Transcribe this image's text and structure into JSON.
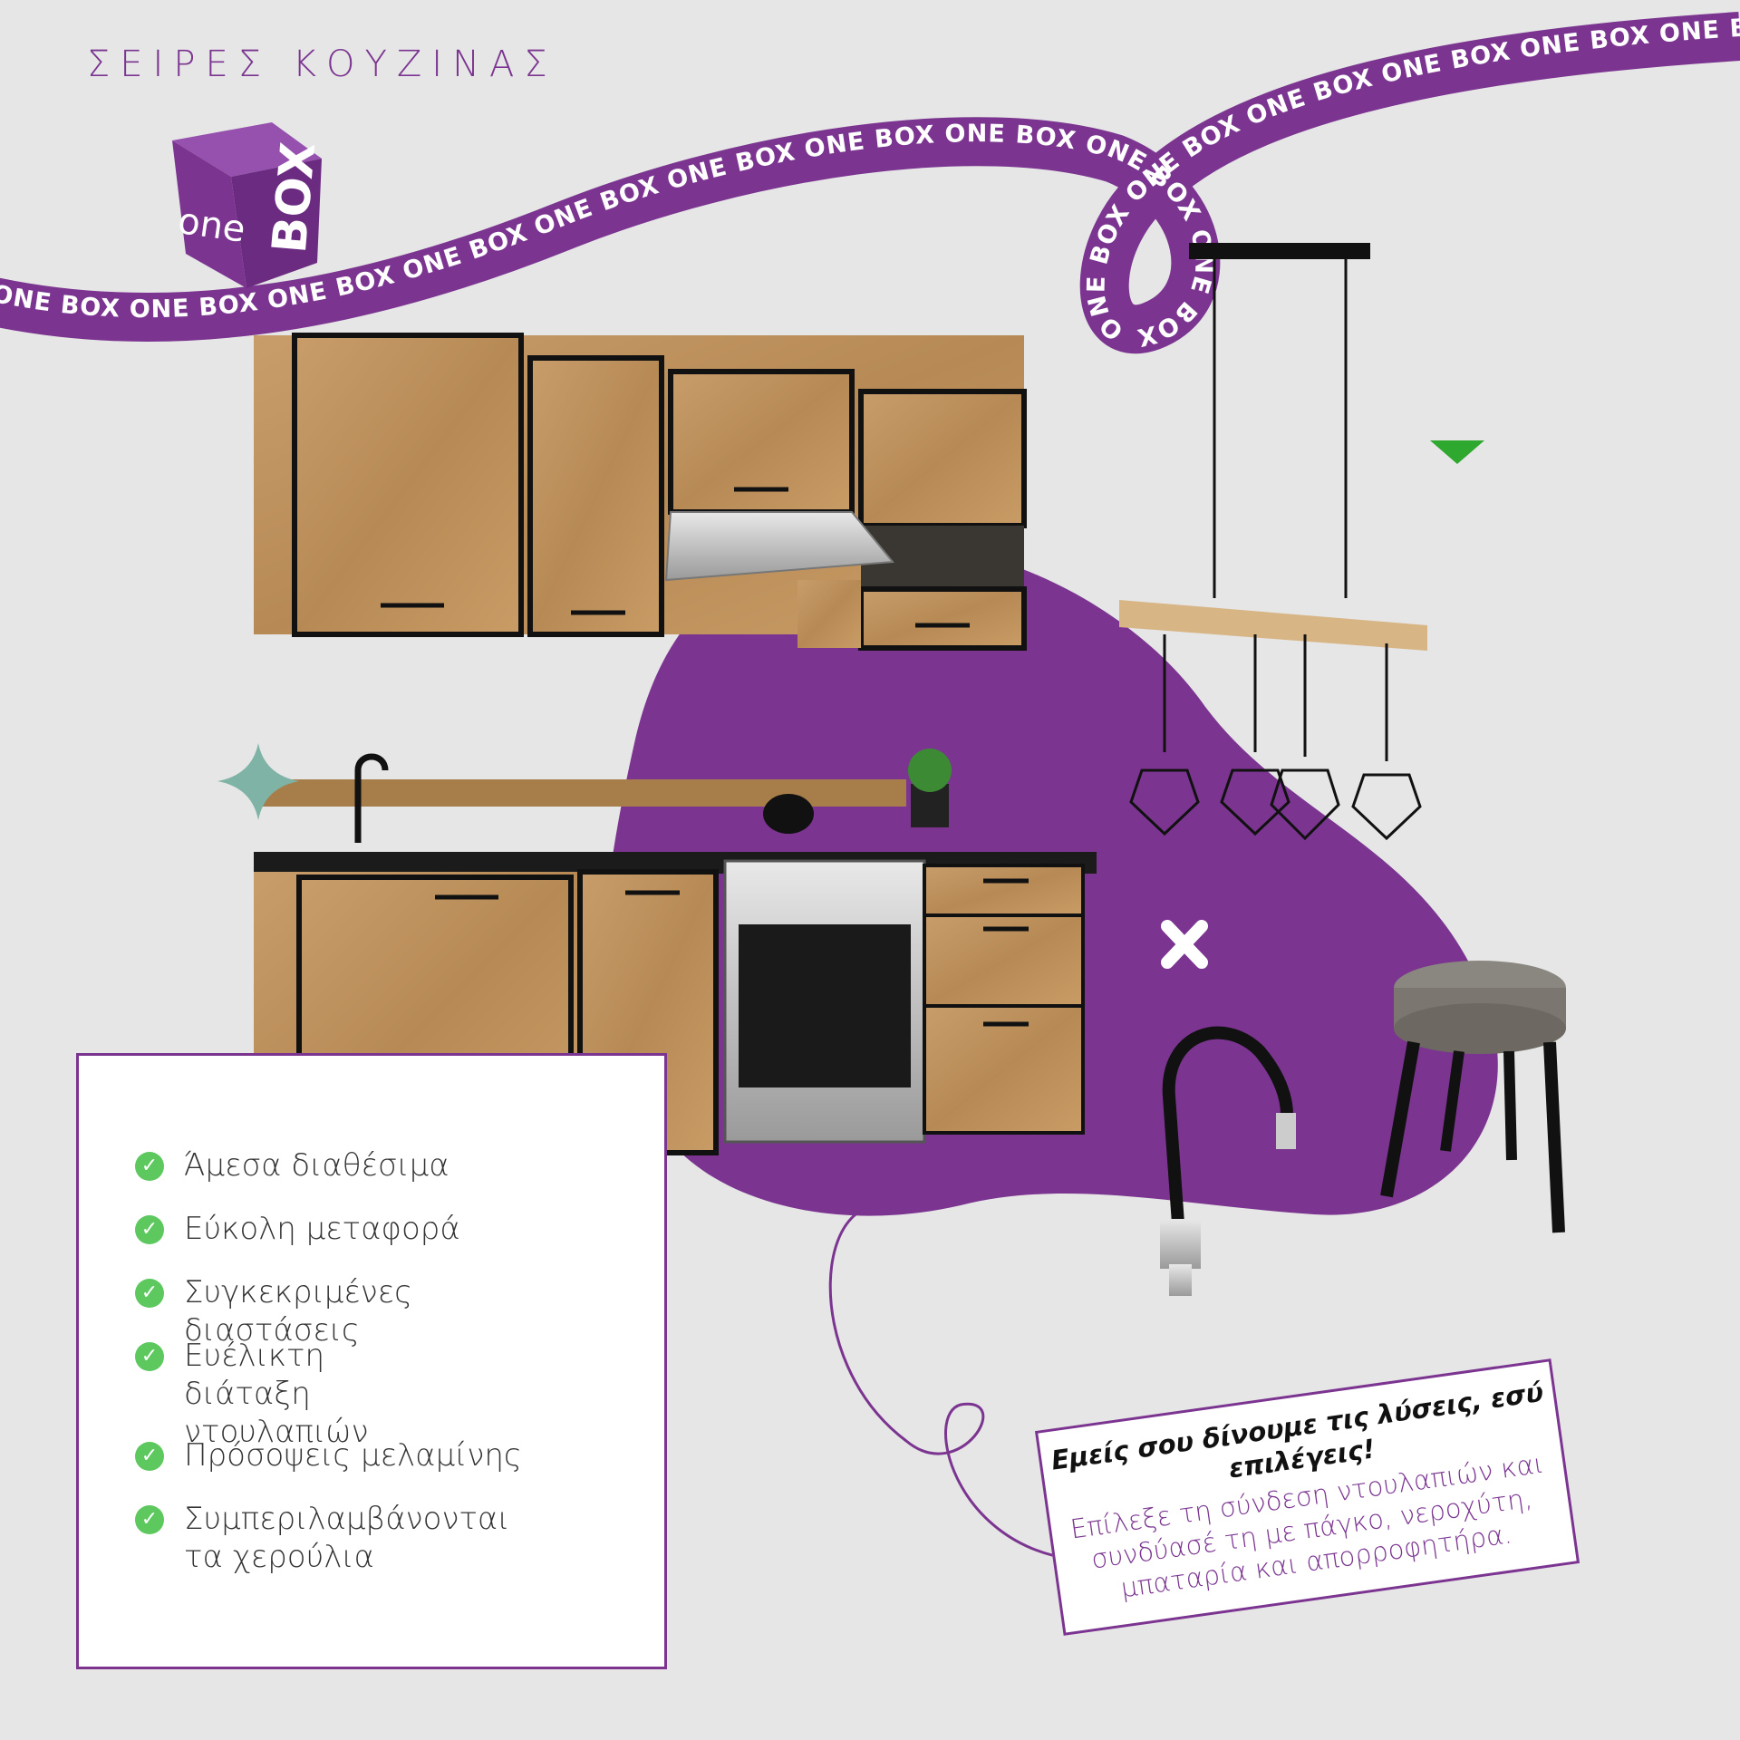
{
  "header": {
    "title": "ΣΕΙΡΕΣ ΚΟΥΖΙΝΑΣ"
  },
  "brand": {
    "logo_text_one": "one",
    "logo_text_box": "BOX",
    "ribbon_text": "ONE BOX",
    "purple": "#7b3591",
    "background": "#e6e6e6"
  },
  "features": {
    "items": [
      {
        "label": "Άμεσα διαθέσιμα"
      },
      {
        "label": "Εύκολη μεταφορά"
      },
      {
        "label": "Συγκεκριμένες διαστάσεις"
      },
      {
        "label": "Ευέλικτη διάταξη ντουλαπιών"
      },
      {
        "label": "Πρόσοψεις μελαμίνης"
      },
      {
        "label": "Συμπεριλαμβάνονται τα χερούλια"
      }
    ],
    "check_color": "#5cc85e"
  },
  "promo": {
    "heading": "Εμείς σου δίνουμε τις λύσεις, εσύ επιλέγεις!",
    "body": "Επίλεξε τη σύνδεση ντουλαπιών και συνδύασέ τη με πάγκο, νεροχύτη, μπαταρία και απορροφητήρα."
  },
  "icons": [
    "cube-logo-icon",
    "check-icon",
    "close-icon",
    "triangle-down-icon",
    "sparkle-icon",
    "pendant-lamp-icon",
    "faucet-icon",
    "stool-icon"
  ]
}
